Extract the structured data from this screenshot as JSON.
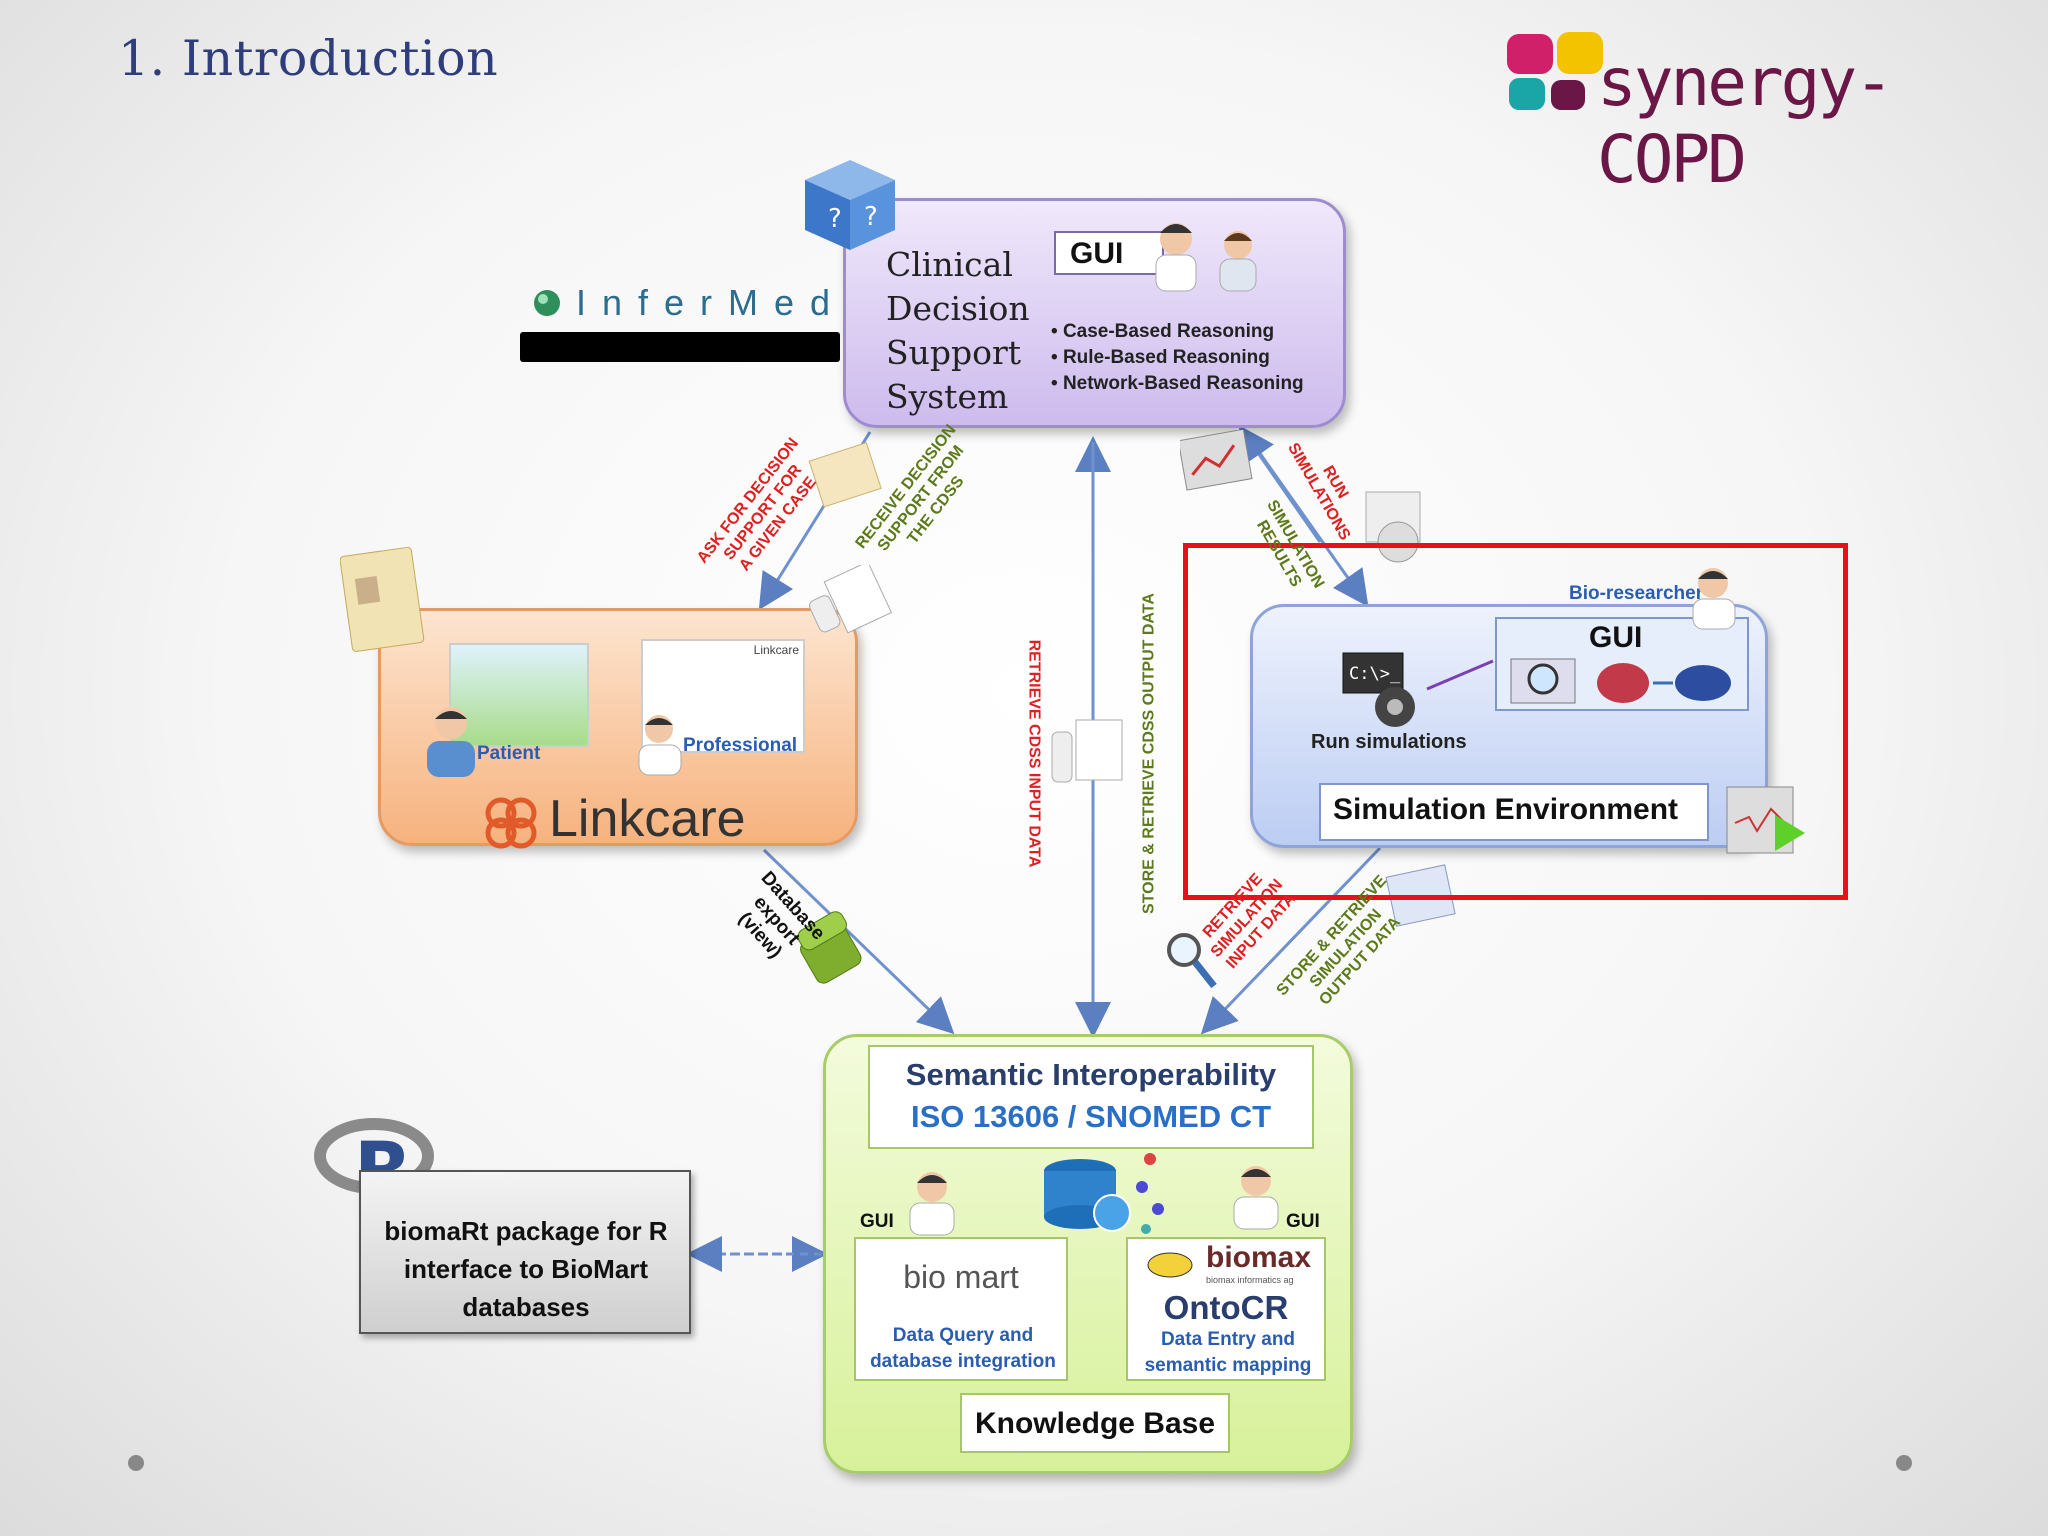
{
  "slide_title": "1.   Introduction",
  "logo": {
    "text": "synergy-COPD",
    "color": "#6a1747"
  },
  "infermed": {
    "text": "InferMed"
  },
  "cdss": {
    "title": "Clinical Decision Support System",
    "gui": "GUI",
    "items": [
      "Case-Based Reasoning",
      "Rule-Based Reasoning",
      "Network-Based Reasoning"
    ]
  },
  "linkcare": {
    "patient": "Patient",
    "professional": "Professional",
    "screen_brand": "Linkcare",
    "brand": "Linkcare"
  },
  "simulation": {
    "bio_researcher": "Bio-researcher",
    "gui": "GUI",
    "cmd_prompt": "C:\\>_",
    "run": "Run simulations",
    "env": "Simulation Environment"
  },
  "knowledge_base": {
    "semantic_title": "Semantic Interoperability",
    "semantic_sub": "ISO 13606 / SNOMED CT",
    "gui_left": "GUI",
    "gui_right": "GUI",
    "biomart_logo": "bio mart",
    "biomart_desc": "Data Query and database integration",
    "biomax_logo": "biomax",
    "biomax_tag": "biomax informatics ag",
    "ontocr": "OntoCR",
    "ontocr_desc": "Data Entry and semantic mapping",
    "footer": "Knowledge Base"
  },
  "biomart_r": {
    "r_logo": "R",
    "text": "biomaRt package for R interface to BioMart databases"
  },
  "arrows": {
    "ask": "ASK FOR DECISION\nSUPPORT FOR\nA GIVEN CASE",
    "receive": "RECEIVE DECISION\nSUPPORT FROM\nTHE CDSS",
    "retrieve_cdss": "RETRIEVE CDSS INPUT DATA",
    "store_cdss": "STORE & RETRIEVE CDSS OUTPUT DATA",
    "run_sim": "RUN\nSIMULATIONS",
    "sim_results": "SIMULATION\nRESULTS",
    "db_export": "Database\nexport\n(view)",
    "retrieve_sim": "RETRIEVE\nSIMULATION\nINPUT DATA",
    "store_sim": "STORE & RETRIEVE\nSIMULATION\nOUTPUT DATA"
  },
  "colors": {
    "title": "#2f3e7a",
    "red_label": "#e02020",
    "green_label": "#5c7a1a",
    "blue_text": "#2a5db0",
    "highlight": "#e8101a"
  }
}
